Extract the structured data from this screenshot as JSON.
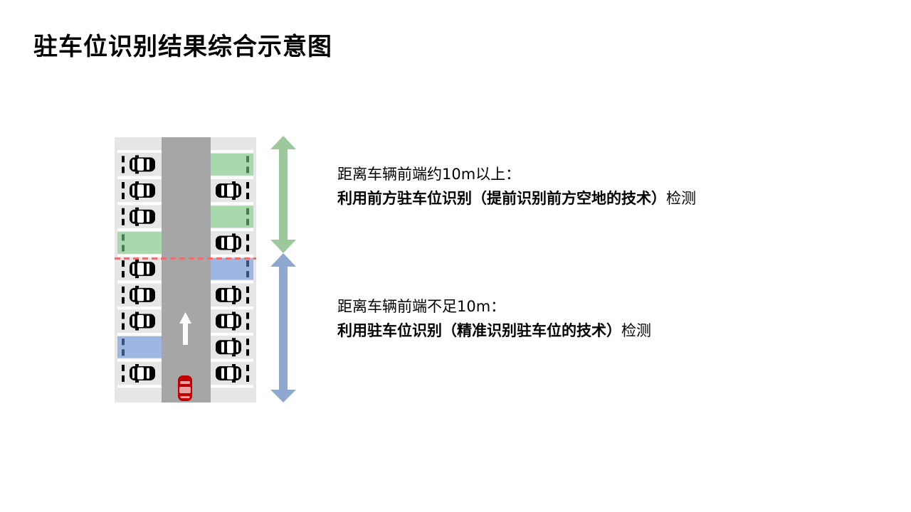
{
  "page": {
    "title": "驻车位识别结果综合示意图"
  },
  "zones": {
    "far": {
      "line1": "距离车辆前端约10m以上：",
      "line2_main": "利用前方驻车位识别（提前识别前方空地的技术）",
      "line2_tail": "检测",
      "color": "#9cc89b"
    },
    "near": {
      "line1": "距离车辆前端不足10m：",
      "line2_main": "利用驻车位识别（精准识别驻车位的技术）",
      "line2_tail": "检测",
      "color": "#8fa8cf"
    }
  },
  "colors": {
    "road": "#a6a6a6",
    "lot_bg": "#e6e6e6",
    "empty_far": "#a9d8ad",
    "empty_near": "#9db6e2",
    "boundary_line": "#e87070",
    "ego_vehicle": "#c00000",
    "parked_vehicle": "#000000",
    "direction_arrow": "#ffffff"
  },
  "parking": {
    "left_column": [
      "car",
      "car",
      "car",
      "empty_far",
      "car",
      "car",
      "car",
      "empty_near",
      "car"
    ],
    "right_column": [
      "empty_far",
      "car",
      "empty_far",
      "car",
      "empty_near",
      "car",
      "car",
      "car",
      "car"
    ]
  },
  "icons": {
    "parked_car": "car-top-view-icon",
    "ego_car": "car-top-view-icon",
    "travel_direction": "up-arrow-icon"
  }
}
